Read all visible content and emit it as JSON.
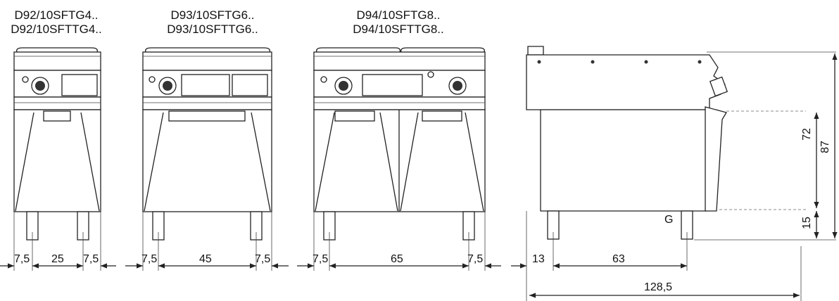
{
  "models": [
    {
      "code_1": "D92/10SFTG4..",
      "code_2": "D92/10SFTTG4.."
    },
    {
      "code_1": "D93/10SFTG6..",
      "code_2": "D93/10SFTTG6.."
    },
    {
      "code_1": "D94/10SFTG8..",
      "code_2": "D94/10SFTTG8.."
    }
  ],
  "front_dims": {
    "d92": {
      "side_left": "7,5",
      "middle": "25",
      "side_right": "7,5"
    },
    "d93": {
      "side_left": "7,5",
      "middle": "45",
      "side_right": "7,5"
    },
    "d94": {
      "side_left": "7,5",
      "middle": "65",
      "side_right": "7,5"
    }
  },
  "side_dims": {
    "front_offset": "13",
    "leg_span": "63",
    "total_depth": "128,5",
    "body_height": "72",
    "total_height": "87",
    "leg_height": "15",
    "gas_label": "G"
  }
}
